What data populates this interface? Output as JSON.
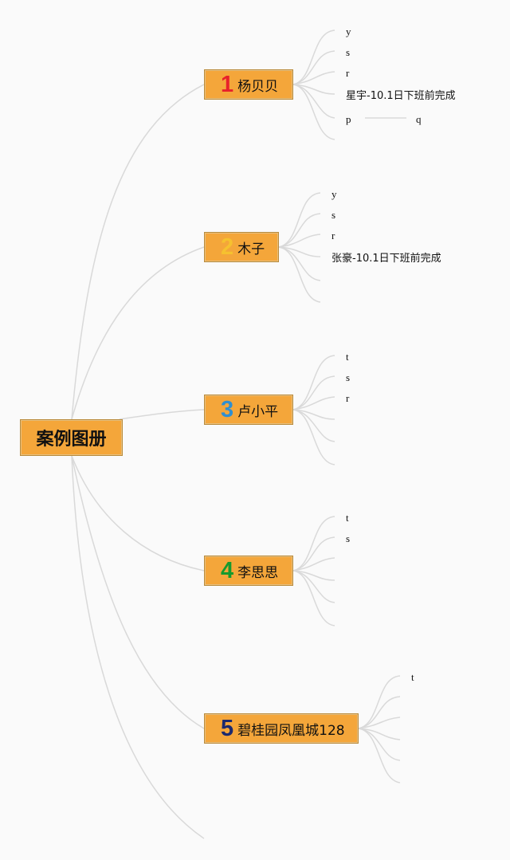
{
  "root": {
    "label": "案例图册"
  },
  "branches": [
    {
      "number": "1",
      "number_color": "#e8212b",
      "label": "杨贝贝",
      "leaves": [
        "y",
        "s",
        "r",
        "星宇-10.1日下班前完成",
        "p",
        ""
      ],
      "extra": "q"
    },
    {
      "number": "2",
      "number_color": "#f6c12f",
      "label": "木子",
      "leaves": [
        "y",
        "s",
        "r",
        "张豪-10.1日下班前完成",
        "",
        ""
      ]
    },
    {
      "number": "3",
      "number_color": "#2f8fd1",
      "label": "卢小平",
      "leaves": [
        "t",
        "s",
        "r",
        "",
        "",
        ""
      ]
    },
    {
      "number": "4",
      "number_color": "#159a2e",
      "label": "李思思",
      "leaves": [
        "t",
        "s",
        "",
        "",
        "",
        ""
      ]
    },
    {
      "number": "5",
      "number_color": "#1c2a6e",
      "label": "碧桂园凤凰城128",
      "leaves": [
        "t",
        "",
        "",
        "",
        "",
        ""
      ]
    }
  ]
}
